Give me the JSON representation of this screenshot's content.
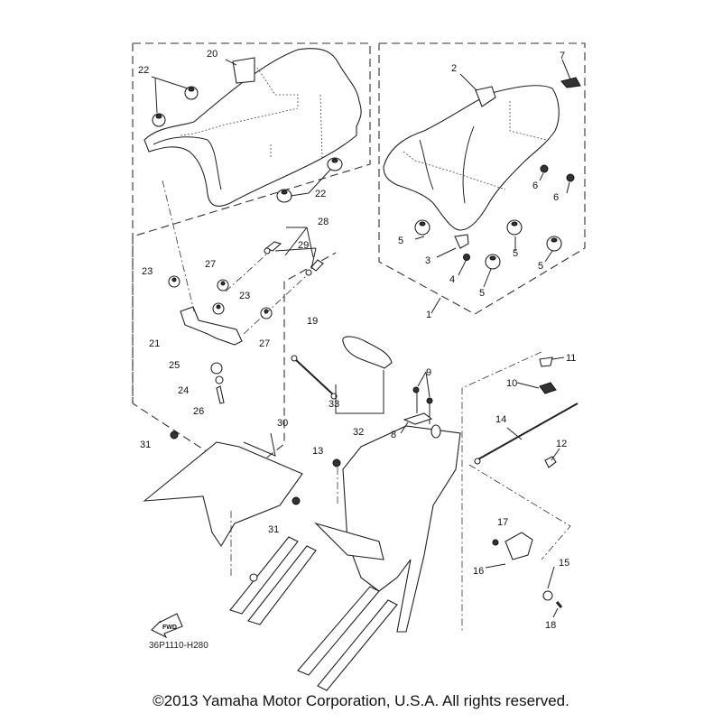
{
  "diagram": {
    "code": "36P1110-H280",
    "fwd_label": "FWD",
    "copyright": "©2013 Yamaha Motor Corporation, U.S.A. All rights reserved.",
    "callouts": {
      "c1": "1",
      "c2": "2",
      "c3": "3",
      "c4": "4",
      "c5a": "5",
      "c5b": "5",
      "c5c": "5",
      "c5d": "5",
      "c6a": "6",
      "c6b": "6",
      "c7": "7",
      "c8": "8",
      "c9": "9",
      "c10": "10",
      "c11": "11",
      "c12": "12",
      "c13": "13",
      "c14": "14",
      "c15": "15",
      "c16": "16",
      "c17": "17",
      "c18": "18",
      "c19": "19",
      "c20": "20",
      "c21": "21",
      "c22a": "22",
      "c22b": "22",
      "c23a": "23",
      "c23b": "23",
      "c24": "24",
      "c25": "25",
      "c26": "26",
      "c27a": "27",
      "c27b": "27",
      "c28": "28",
      "c29": "29",
      "c30": "30",
      "c31a": "31",
      "c31b": "31",
      "c32": "32",
      "c33": "33"
    }
  }
}
